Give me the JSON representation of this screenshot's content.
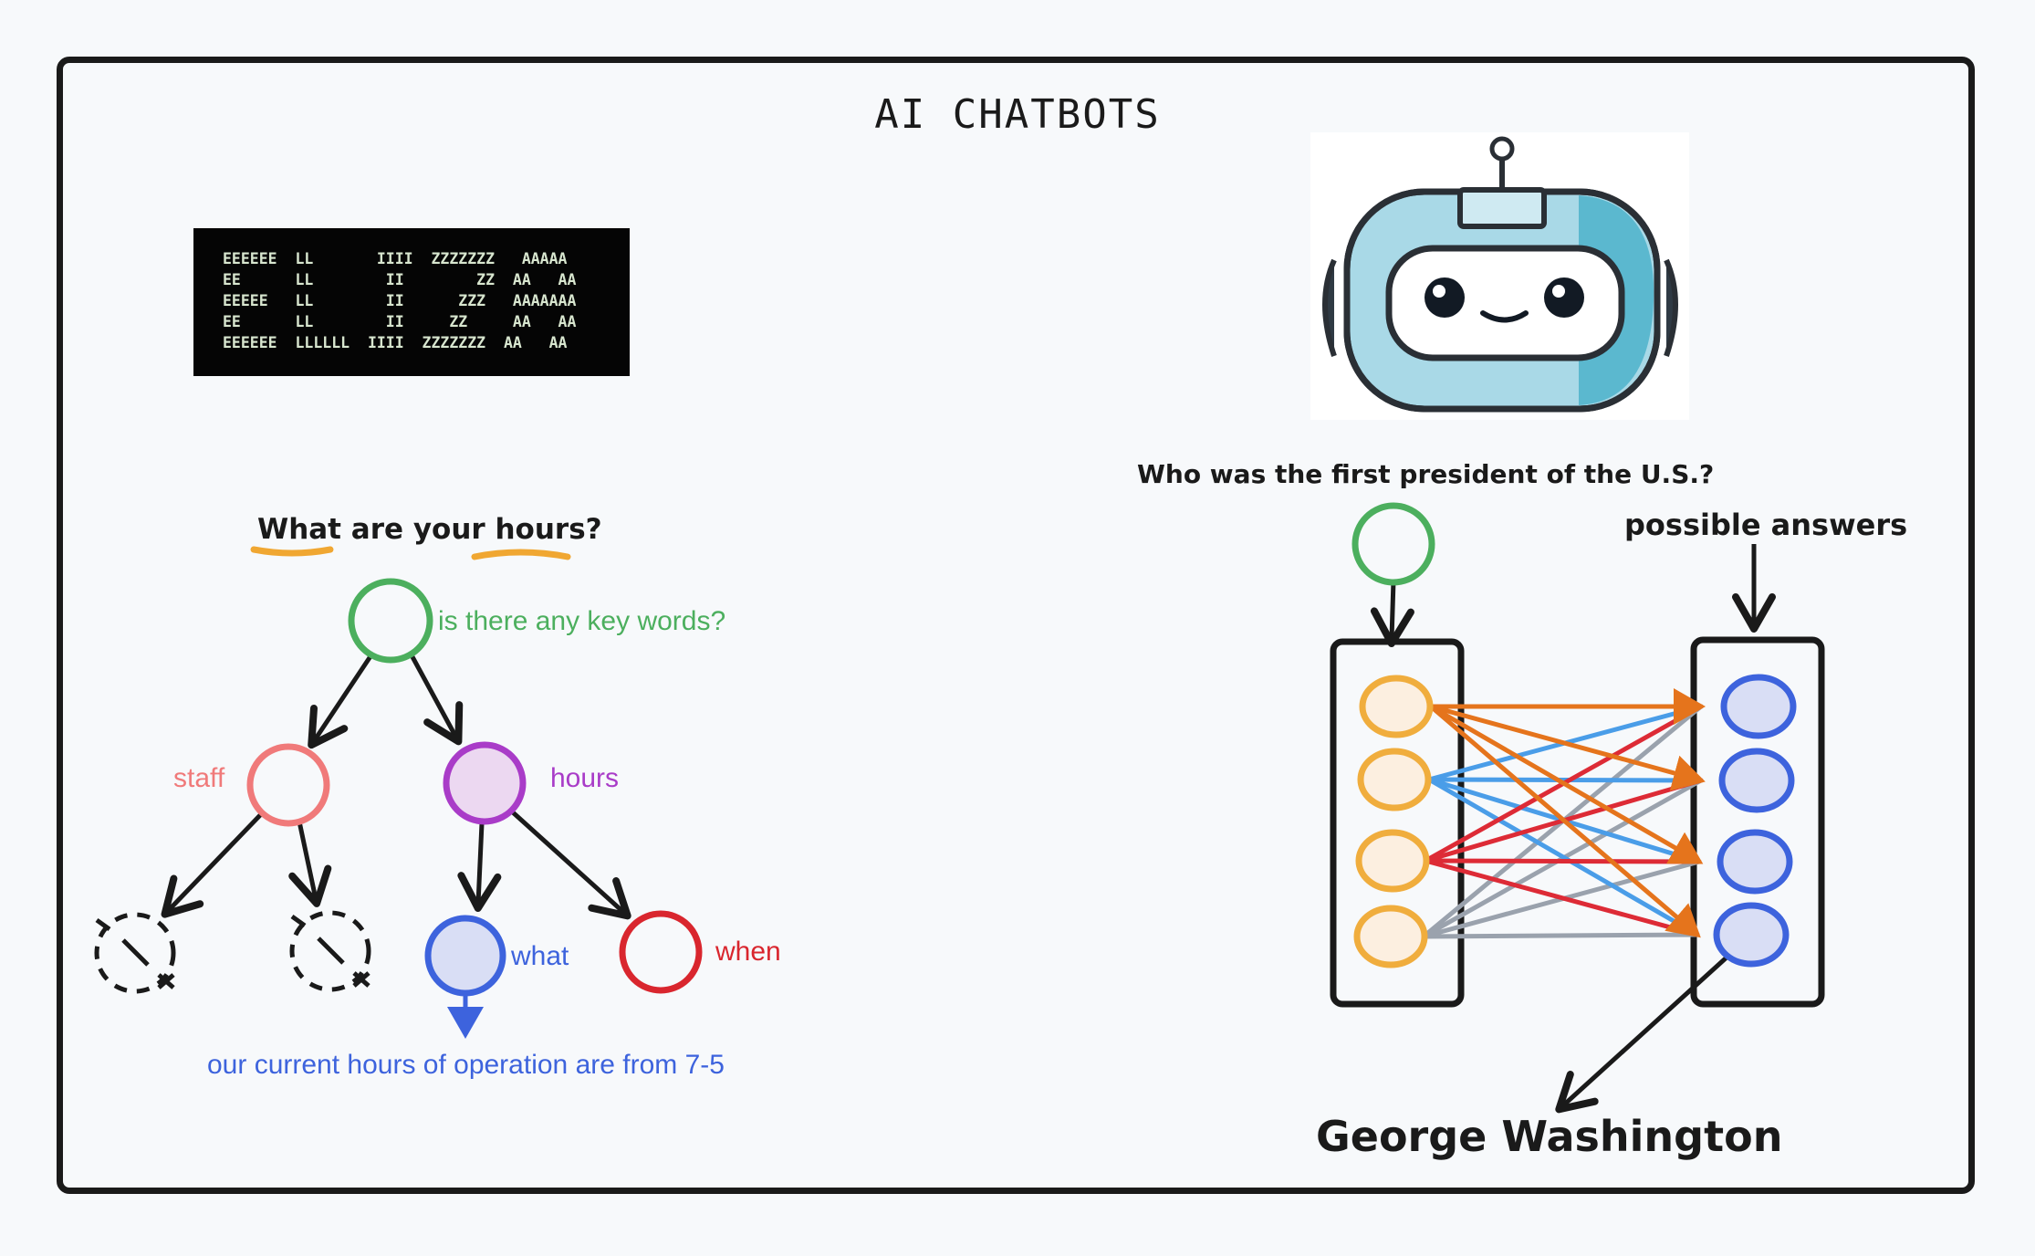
{
  "title": "AI CHATBOTS",
  "eliza_banner": [
    "EEEEEE  LL       IIII  ZZZZZZZ   AAAAA",
    "EE      LL        II        ZZ  AA   AA",
    "EEEEE   LL        II      ZZZ   AAAAAAA",
    "EE      LL        II     ZZ     AA   AA",
    "EEEEEE  LLLLLL  IIII  ZZZZZZZ  AA   AA"
  ],
  "left_diagram": {
    "question": "What are your hours?",
    "root_label": "is there any key words?",
    "staff_label": "staff",
    "hours_label": "hours",
    "what_label": "what",
    "when_label": "when",
    "answer": "our current hours of operation are from 7-5"
  },
  "right_diagram": {
    "question": "Who was the first president of the U.S.?",
    "possible_label": "possible answers",
    "answer": "George Washington"
  },
  "colors": {
    "green": "#4caf5e",
    "staff": "#f07a7a",
    "purple": "#a93cc8",
    "purple_fill": "#ecd8f1",
    "blue": "#3d63dd",
    "blue_fill": "#d9def5",
    "red": "#d9262e",
    "orange_node": "#f0ad3d",
    "orange_fill": "#fcefe0",
    "underline": "#f0a732",
    "edge_orange": "#e5741c",
    "edge_blue": "#4a9de8",
    "edge_red": "#dd2b36",
    "edge_gray": "#9aa2ad"
  }
}
